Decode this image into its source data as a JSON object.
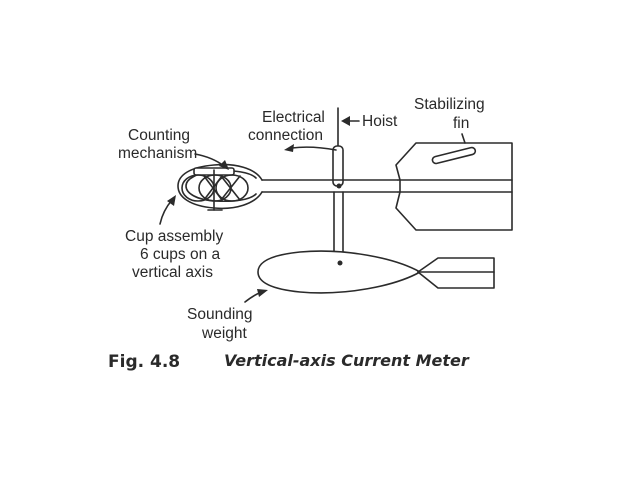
{
  "labels": {
    "electrical_line1": "Electrical",
    "electrical_line2": "connection",
    "hoist": "Hoist",
    "stabilizing_line1": "Stabilizing",
    "stabilizing_line2": "fin",
    "counting_line1": "Counting",
    "counting_line2": "mechanism",
    "cup_line1": "Cup assembly",
    "cup_line2": "6 cups on a",
    "cup_line3": "vertical axis",
    "sounding_line1": "Sounding",
    "sounding_line2": "weight"
  },
  "caption": {
    "number": "Fig. 4.8",
    "title": "Vertical-axis Current Meter"
  }
}
